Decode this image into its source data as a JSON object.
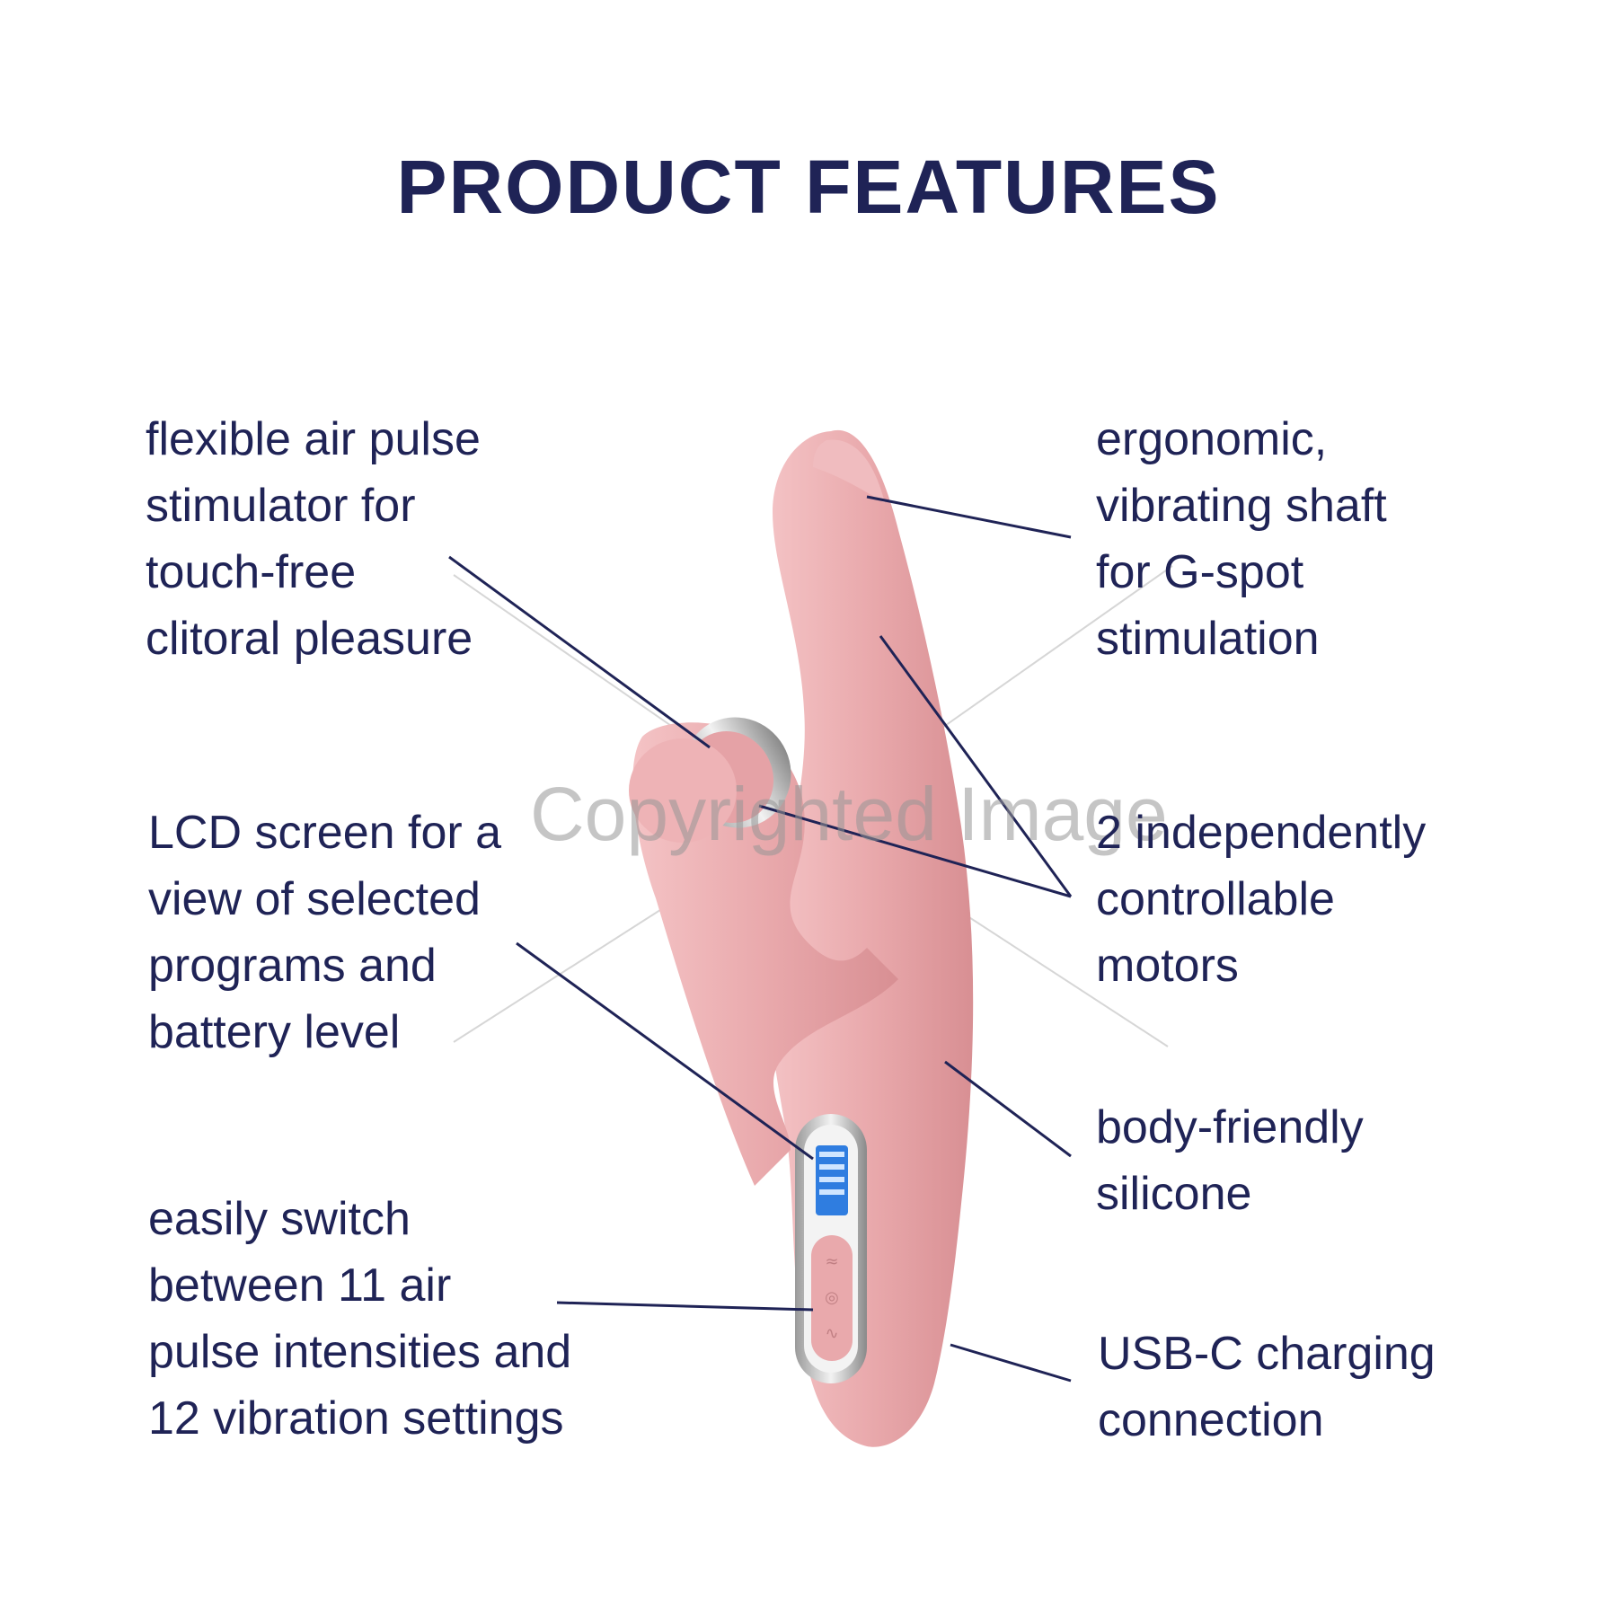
{
  "title": "PRODUCT FEATURES",
  "watermark": "Copyrighted Image",
  "features_left": [
    {
      "lines": [
        "flexible air pulse",
        "stimulator for",
        "touch-free",
        "clitoral pleasure"
      ]
    },
    {
      "lines": [
        "LCD screen for a",
        "view of selected",
        "programs and",
        "battery level"
      ]
    },
    {
      "lines": [
        "easily switch",
        "between 11 air",
        "pulse intensities and",
        "12 vibration settings"
      ]
    }
  ],
  "features_right": [
    {
      "lines": [
        "ergonomic,",
        "vibrating shaft",
        "for G-spot",
        "stimulation"
      ]
    },
    {
      "lines": [
        "2 independently",
        "controllable",
        "motors"
      ]
    },
    {
      "lines": [
        "body-friendly",
        "silicone"
      ]
    },
    {
      "lines": [
        "USB-C charging",
        "connection"
      ]
    }
  ],
  "colors": {
    "text": "#1f2356",
    "product_pink": "#e9a9ac",
    "leader_line": "#1f2356",
    "lcd_blue": "#2f7de0"
  }
}
